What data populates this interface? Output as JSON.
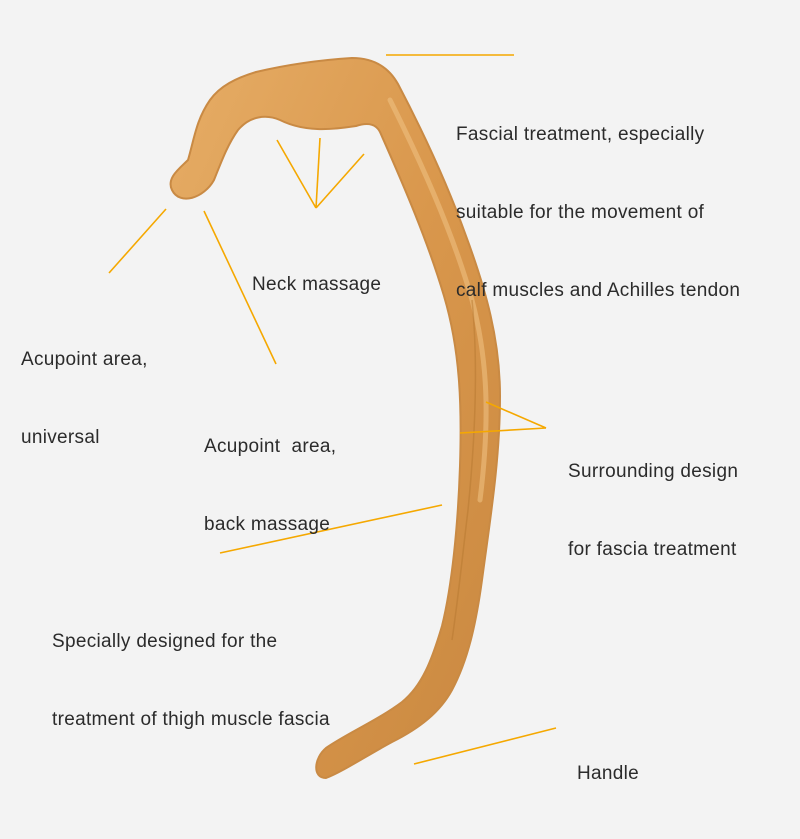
{
  "colors": {
    "background": "#f3f3f3",
    "leader_line": "#f5a800",
    "wood_light": "#e1a55a",
    "wood_dark": "#b97a36",
    "text": "#2b2b2b"
  },
  "product": "wooden-massage-scraper-tool",
  "labels": {
    "fascial": {
      "line1": "Fascial treatment, especially",
      "line2": "suitable for the movement of",
      "line3": "calf muscles and Achilles tendon"
    },
    "neck": {
      "line1": "Neck massage"
    },
    "acupoint_universal": {
      "line1": "Acupoint area,",
      "line2": "universal"
    },
    "acupoint_back": {
      "line1": "Acupoint  area,",
      "line2": "back massage"
    },
    "surrounding": {
      "line1": "Surrounding design",
      "line2": "for fascia treatment"
    },
    "thigh": {
      "line1": "Specially designed for the",
      "line2": "treatment of thigh muscle fascia"
    },
    "handle": {
      "line1": "Handle"
    }
  }
}
